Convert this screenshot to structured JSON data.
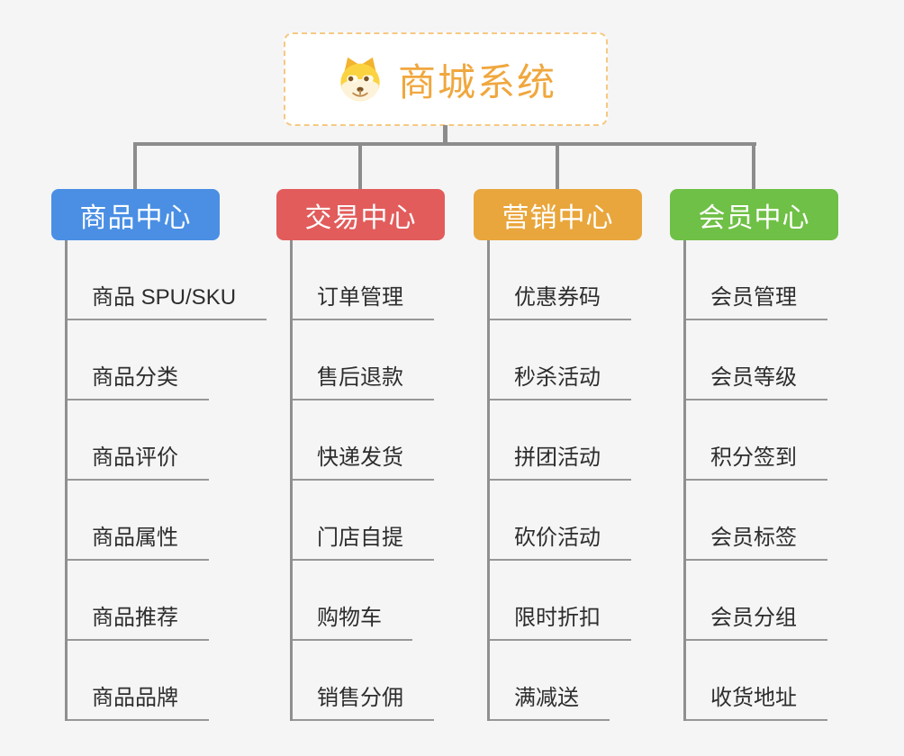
{
  "root": {
    "title": "商城系统",
    "accent_color": "#f0a73e",
    "border_color": "#f5c982",
    "icon": "doge-icon"
  },
  "connector_color": "#8c8c8c",
  "branches": [
    {
      "label": "商品中心",
      "color": "#4a8fe4",
      "items": [
        "商品 SPU/SKU",
        "商品分类",
        "商品评价",
        "商品属性",
        "商品推荐",
        "商品品牌"
      ]
    },
    {
      "label": "交易中心",
      "color": "#e25c5c",
      "items": [
        "订单管理",
        "售后退款",
        "快递发货",
        "门店自提",
        "购物车",
        "销售分佣"
      ]
    },
    {
      "label": "营销中心",
      "color": "#e9a63c",
      "items": [
        "优惠券码",
        "秒杀活动",
        "拼团活动",
        "砍价活动",
        "限时折扣",
        "满减送"
      ]
    },
    {
      "label": "会员中心",
      "color": "#6fc046",
      "items": [
        "会员管理",
        "会员等级",
        "积分签到",
        "会员标签",
        "会员分组",
        "收货地址"
      ]
    }
  ]
}
